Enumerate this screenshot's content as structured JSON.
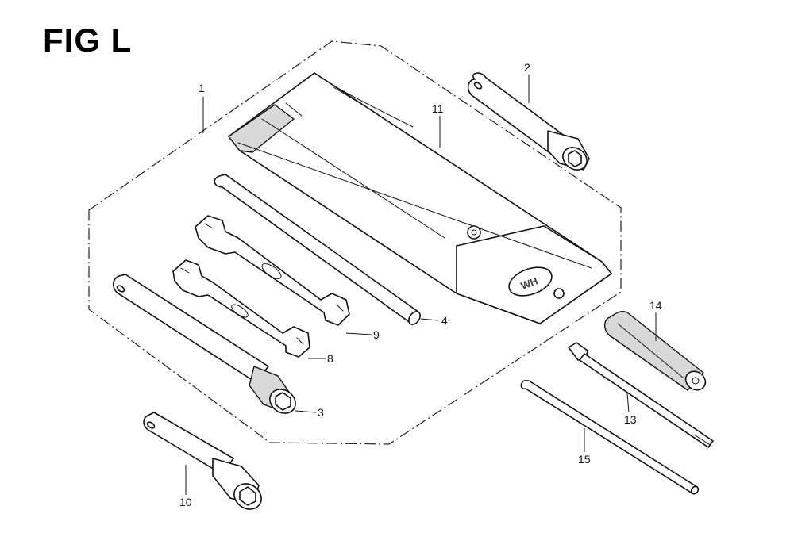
{
  "figure": {
    "title": "FIG L"
  },
  "callouts": {
    "c1": "1",
    "c2": "2",
    "c3": "3",
    "c4": "4",
    "c8": "8",
    "c9": "9",
    "c10": "10",
    "c11": "11",
    "c13": "13",
    "c14": "14",
    "c15": "15"
  },
  "colors": {
    "line": "#111111",
    "background": "#ffffff",
    "shade": "#d8d8d8"
  }
}
